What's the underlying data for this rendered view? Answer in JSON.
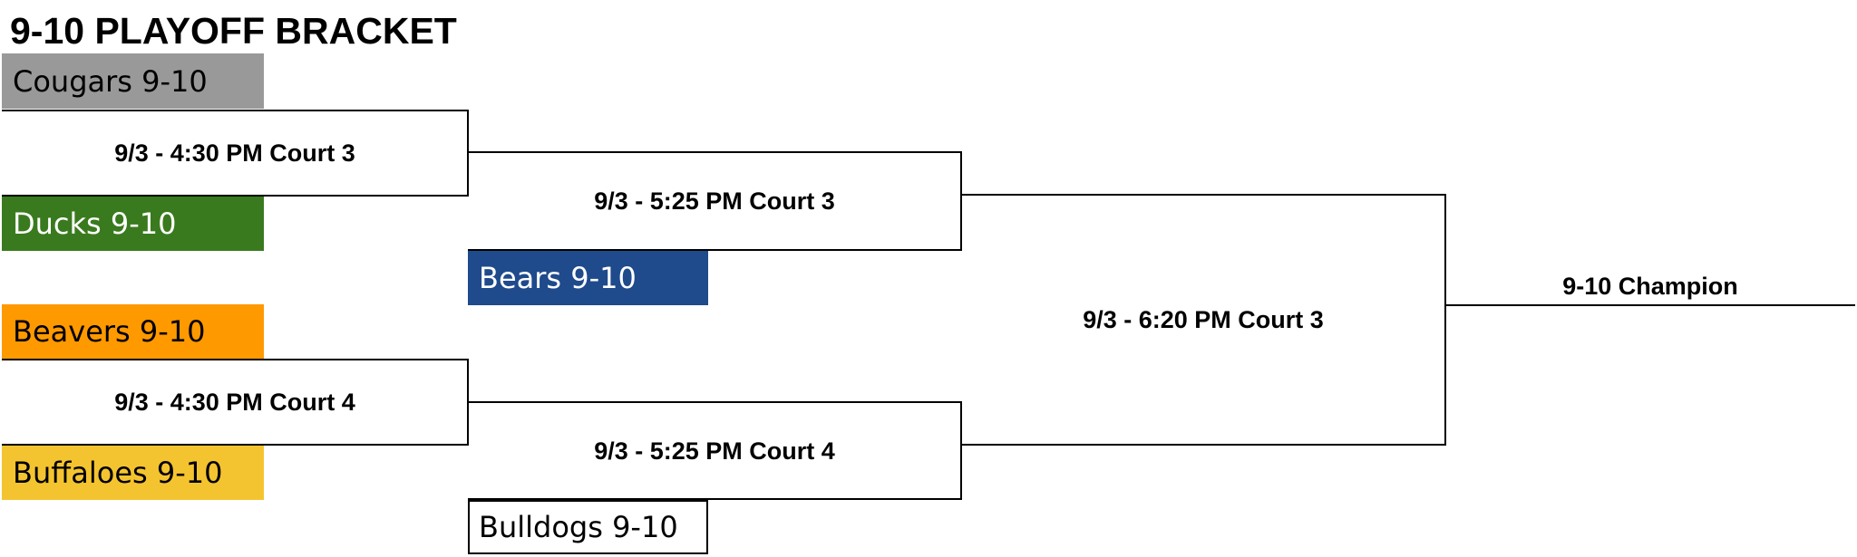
{
  "title": "9-10 PLAYOFF BRACKET",
  "teams": [
    {
      "label": "Cougars 9-10",
      "bg": "#999999",
      "fg": "#000000"
    },
    {
      "label": "Ducks 9-10",
      "bg": "#3a7a1e",
      "fg": "#ffffff"
    },
    {
      "label": "Beavers 9-10",
      "bg": "#ff9900",
      "fg": "#000000"
    },
    {
      "label": "Buffaloes 9-10",
      "bg": "#f4c430",
      "fg": "#000000"
    },
    {
      "label": "Bears 9-10",
      "bg": "#1f4a8c",
      "fg": "#ffffff"
    },
    {
      "label": "Bulldogs 9-10",
      "bg": "#ffffff",
      "fg": "#000000"
    }
  ],
  "games": {
    "r1_top": "9/3 - 4:30 PM Court 3",
    "r1_bottom": "9/3 - 4:30 PM Court 4",
    "r2_top": "9/3 - 5:25 PM Court 3",
    "r2_bottom": "9/3 - 5:25 PM Court 4",
    "final": "9/3 - 6:20 PM Court 3"
  },
  "champion": "9-10 Champion"
}
